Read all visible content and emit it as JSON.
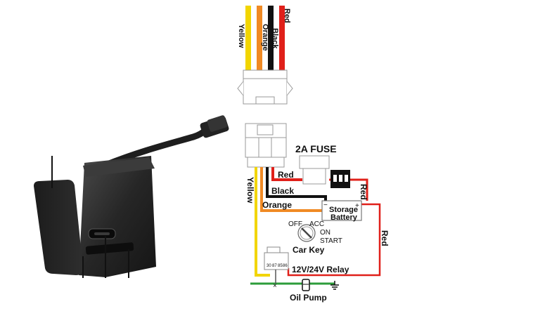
{
  "colors": {
    "yellow": "#f2d500",
    "orange": "#f08a24",
    "black": "#111111",
    "red": "#e0201a",
    "green": "#2c9c3a",
    "device": "#262626"
  },
  "top_wires": [
    "Yellow",
    "Orange",
    "Black",
    "Red"
  ],
  "fuse_label": "2A FUSE",
  "wire_labels": {
    "red_fuse": "Red",
    "red_right": "Red",
    "red_return": "Red",
    "black": "Black",
    "yellow": "Yellow",
    "orange": "Orange"
  },
  "battery": {
    "line1": "Storage",
    "line2": "Battery",
    "neg": "−",
    "pos": "+"
  },
  "car_key": {
    "label": "Car Key",
    "off": "OFF",
    "acc": "ACC",
    "on": "ON",
    "start": "START"
  },
  "relay_label": "12V/24V Relay",
  "relay_pins": [
    "30",
    "87",
    "85",
    "86"
  ],
  "pump_label": "Oil Pump"
}
